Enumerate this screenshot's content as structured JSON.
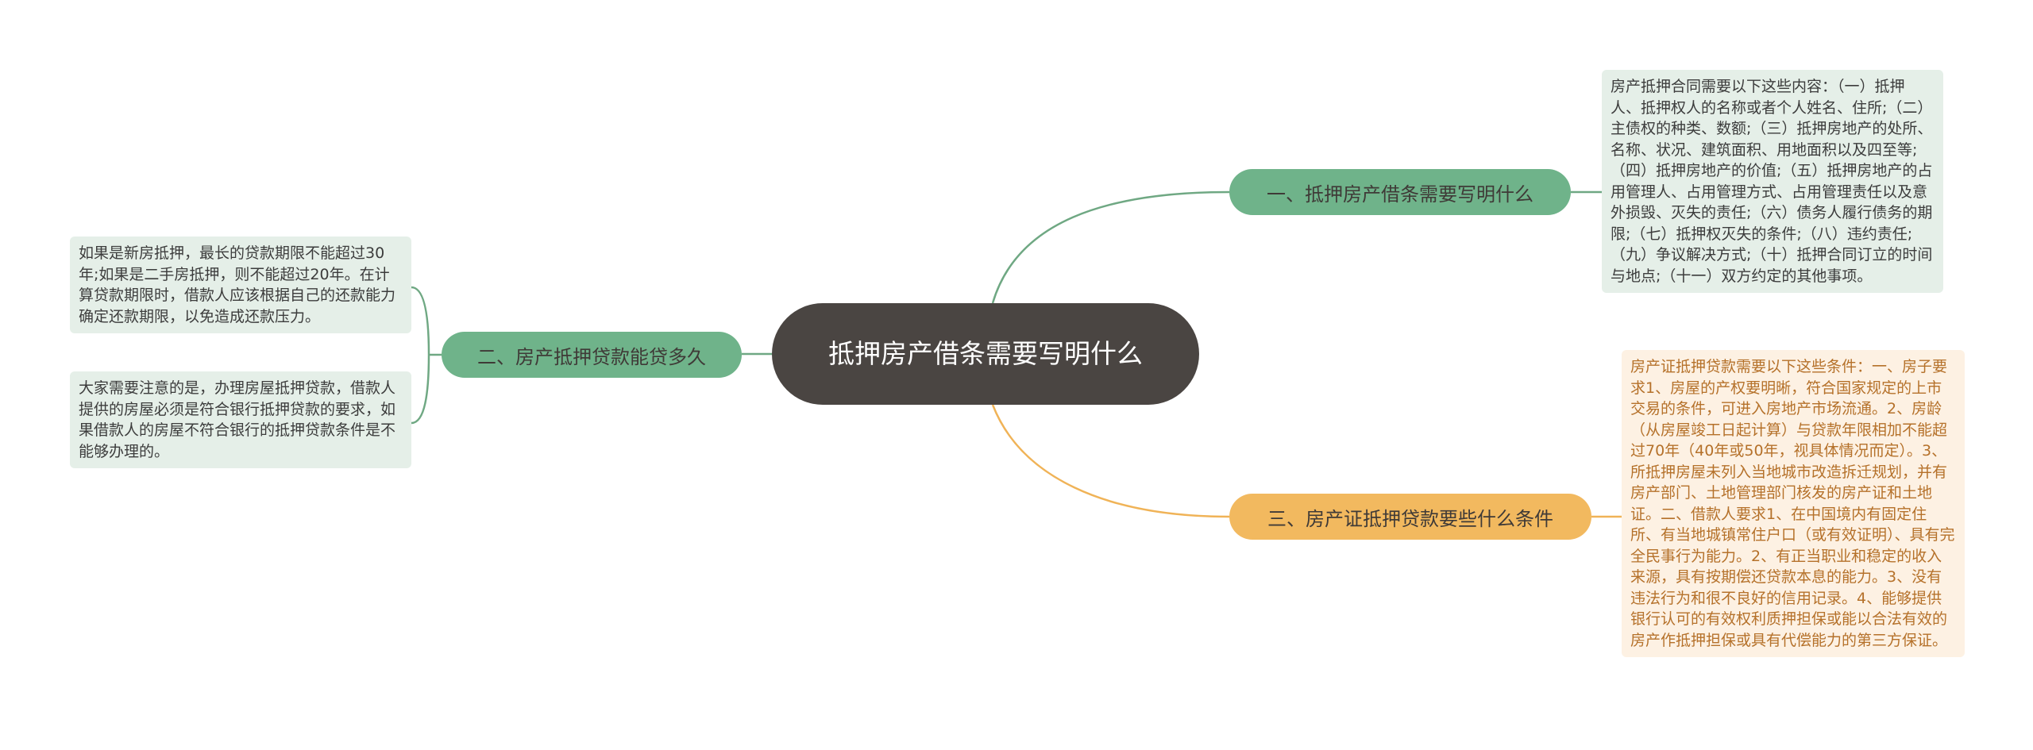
{
  "colors": {
    "central_fill": "#4a4542",
    "green_branch": "#6fb38a",
    "green_line": "#6fa883",
    "orange_branch": "#f2b95f",
    "orange_line": "#f0b357",
    "green_note_bg": "#e5efe8",
    "orange_note_bg": "#fdf1e3",
    "orange_note_text": "#b5712a"
  },
  "central": {
    "label": "抵押房产借条需要写明什么"
  },
  "branches": [
    {
      "label": "一、抵押房产借条需要写明什么",
      "notes": [
        "房产抵押合同需要以下这些内容：（一）抵押人、抵押权人的名称或者个人姓名、住所;（二）主债权的种类、数额;（三）抵押房地产的处所、名称、状况、建筑面积、用地面积以及四至等;（四）抵押房地产的价值;（五）抵押房地产的占用管理人、占用管理方式、占用管理责任以及意外损毁、灭失的责任;（六）债务人履行债务的期限;（七）抵押权灭失的条件;（八）违约责任;（九）争议解决方式;（十）抵押合同订立的时间与地点;（十一）双方约定的其他事项。"
      ]
    },
    {
      "label": "二、房产抵押贷款能贷多久",
      "notes": [
        "如果是新房抵押，最长的贷款期限不能超过30年;如果是二手房抵押，则不能超过20年。在计算贷款期限时，借款人应该根据自己的还款能力确定还款期限，以免造成还款压力。",
        "大家需要注意的是，办理房屋抵押贷款，借款人提供的房屋必须是符合银行抵押贷款的要求，如果借款人的房屋不符合银行的抵押贷款条件是不能够办理的。"
      ]
    },
    {
      "label": "三、房产证抵押贷款要些什么条件",
      "notes": [
        "房产证抵押贷款需要以下这些条件：一、房子要求1、房屋的产权要明晰，符合国家规定的上市交易的条件，可进入房地产市场流通。2、房龄（从房屋竣工日起计算）与贷款年限相加不能超过70年（40年或50年，视具体情况而定）。3、所抵押房屋未列入当地城市改造拆迁规划，并有房产部门、土地管理部门核发的房产证和土地证。二、借款人要求1、在中国境内有固定住所、有当地城镇常住户口（或有效证明）、具有完全民事行为能力。2、有正当职业和稳定的收入来源，具有按期偿还贷款本息的能力。3、没有违法行为和很不良好的信用记录。4、能够提供银行认可的有效权利质押担保或能以合法有效的房产作抵押担保或具有代偿能力的第三方保证。"
      ]
    }
  ]
}
